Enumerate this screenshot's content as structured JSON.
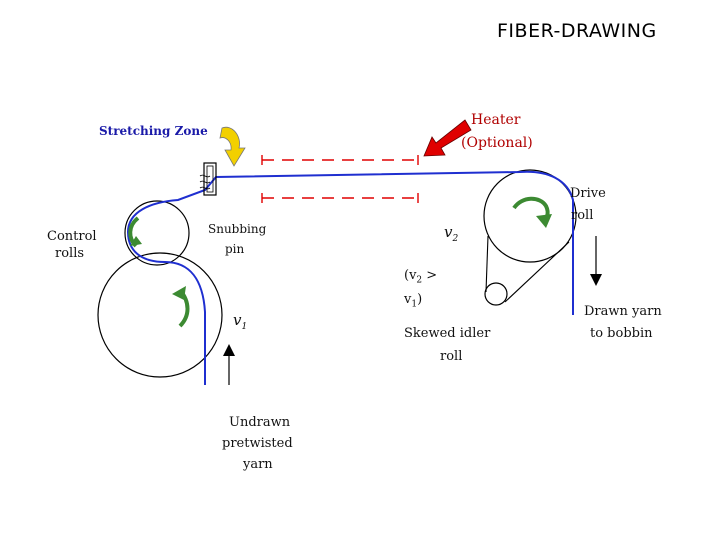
{
  "title": "FIBER-DRAWING",
  "labels": {
    "stretching_zone": "Stretching Zone",
    "heater_line1": "Heater",
    "heater_line2": "(Optional)",
    "drive_roll_line1": "Drive",
    "drive_roll_line2": "roll",
    "control_rolls_line1": "Control",
    "control_rolls_line2": "rolls",
    "snubbing_pin_line1": "Snubbing",
    "snubbing_pin_line2": "pin",
    "v2": "v",
    "v2_sub": "2",
    "v1": "v",
    "v1_sub": "1",
    "condition_line1_prefix": "(v",
    "condition_line1_sub": "2",
    "condition_line1_suffix": " >",
    "condition_line2_prefix": "v",
    "condition_line2_sub": "1",
    "condition_line2_suffix": ")",
    "idler_line1": "Skewed idler",
    "idler_line2": "roll",
    "drawn_line1": "Drawn yarn",
    "drawn_line2": "to bobbin",
    "undrawn_line1": "Undrawn",
    "undrawn_line2": "pretwisted",
    "undrawn_line3": "yarn"
  },
  "colors": {
    "yarn": "#1f2fd0",
    "roll_outline": "#000000",
    "rotation_arrow": "#3c8a32",
    "stretch_arrow": "#f2d000",
    "heater_arrow": "#e00000",
    "heater_dash": "#e00000",
    "heater_text": "#b00000",
    "stretch_text": "#1a1aa8"
  }
}
